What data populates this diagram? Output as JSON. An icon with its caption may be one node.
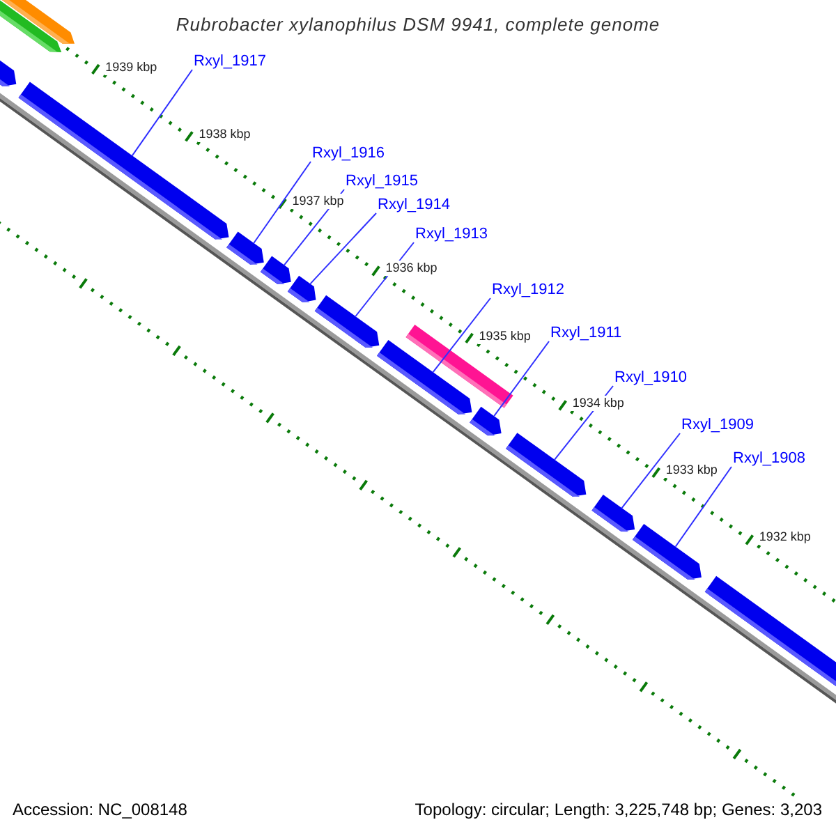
{
  "diagram": {
    "title": "Rubrobacter xylanophilus DSM 9941, complete genome",
    "nodes": [
      {
        "text": [
          "Rxyl_1917"
        ]
      },
      {
        "text": [
          "Rxyl_1916"
        ]
      },
      {
        "text": [
          "Rxyl_1915"
        ]
      },
      {
        "text": [
          "Rxyl_1914"
        ]
      },
      {
        "text": [
          "Rxyl_1913"
        ]
      },
      {
        "text": [
          "Rxyl_1912"
        ]
      },
      {
        "text": [
          "Rxyl_1911"
        ]
      },
      {
        "text": [
          "Rxyl_1910"
        ]
      },
      {
        "text": [
          "Rxyl_1909"
        ]
      },
      {
        "text": [
          "Rxyl_1908"
        ]
      },
      {
        "text": [],
        "shape": "bar"
      },
      {
        "text": [],
        "shape": "bar"
      },
      {
        "text": [],
        "shape": "bar"
      },
      {
        "text": [],
        "shape": "bar"
      },
      {
        "text": [],
        "shape": "bar"
      },
      {
        "text": [],
        "shape": "bar"
      },
      {
        "text": [],
        "shape": "bar"
      },
      {
        "text": [],
        "shape": "bar"
      },
      {
        "text": [],
        "shape": "bar"
      },
      {
        "text": [],
        "shape": "bar"
      },
      {
        "text": [],
        "shape": "bar"
      },
      {
        "text": [],
        "shape": "bar"
      },
      {
        "text": [],
        "shape": "bar"
      },
      {
        "text": [],
        "shape": "bar"
      },
      {
        "text": [],
        "shape": "bar"
      }
    ],
    "edges": [
      {
        "from": 0,
        "to": 13,
        "arrow": "none"
      },
      {
        "from": 1,
        "to": 14,
        "arrow": "none"
      },
      {
        "from": 2,
        "to": 15,
        "arrow": "none"
      },
      {
        "from": 3,
        "to": 16,
        "arrow": "none"
      },
      {
        "from": 4,
        "to": 17,
        "arrow": "none"
      },
      {
        "from": 5,
        "to": 18,
        "arrow": "none"
      },
      {
        "from": 6,
        "to": 19,
        "arrow": "none"
      },
      {
        "from": 7,
        "to": 20,
        "arrow": "none"
      },
      {
        "from": 8,
        "to": 21,
        "arrow": "none"
      },
      {
        "from": 9,
        "to": 22,
        "arrow": "none"
      }
    ],
    "labels": [
      "1939 kbp",
      "1938 kbp",
      "1937 kbp",
      "1936 kbp",
      "1935 kbp",
      "1934 kbp",
      "1933 kbp",
      "1932 kbp",
      "Accession: NC_008148",
      "Topology: circular; Length: 3,225,748 bp; Genes: 3,203"
    ]
  }
}
